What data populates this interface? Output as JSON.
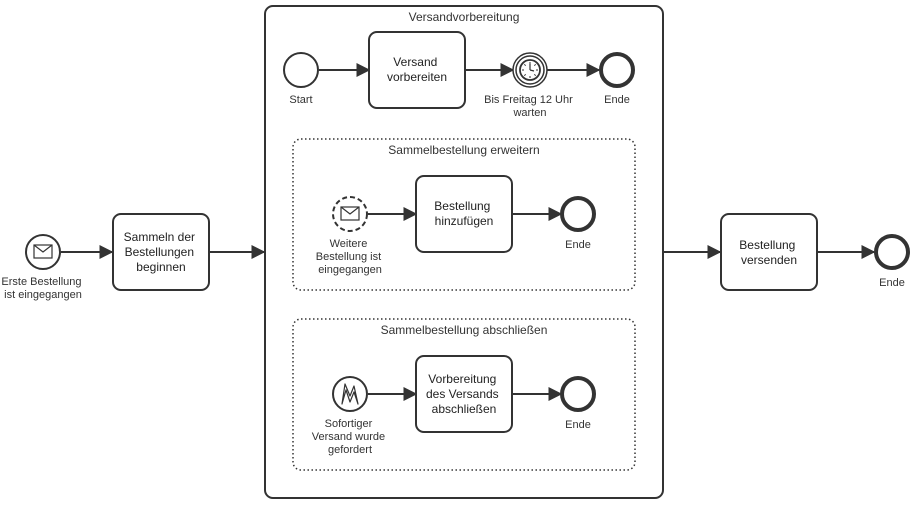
{
  "events": {
    "start_outer": [
      "Erste Bestellung",
      "ist eingegangen"
    ],
    "end_outer": [
      "Ende"
    ],
    "start_inner": [
      "Start"
    ],
    "timer": [
      "Bis Freitag 12 Uhr",
      "warten"
    ],
    "end_inner1": [
      "Ende"
    ],
    "msg_nonint": [
      "Weitere",
      "Bestellung ist",
      "eingegangen"
    ],
    "end_inner2": [
      "Ende"
    ],
    "signal": [
      "Sofortiger",
      "Versand wurde",
      "gefordert"
    ],
    "end_inner3": [
      "Ende"
    ]
  },
  "tasks": {
    "sammeln": [
      "Sammeln der",
      "Bestellungen",
      "beginnen"
    ],
    "versenden": [
      "Bestellung",
      "versenden"
    ],
    "vorbereiten": [
      "Versand",
      "vorbereiten"
    ],
    "hinzufuegen": [
      "Bestellung",
      "hinzufügen"
    ],
    "abschliessen": [
      "Vorbereitung",
      "des Versands",
      "abschließen"
    ]
  },
  "subprocesses": {
    "main": "Versandvorbereitung",
    "erweitern": "Sammelbestellung erweitern",
    "abschliessen": "Sammelbestellung abschließen"
  },
  "icons": {
    "message": "envelope-icon",
    "timer": "clock-icon",
    "signal": "lightning-icon"
  },
  "colors": {
    "stroke": "#333333",
    "background": "#ffffff"
  }
}
